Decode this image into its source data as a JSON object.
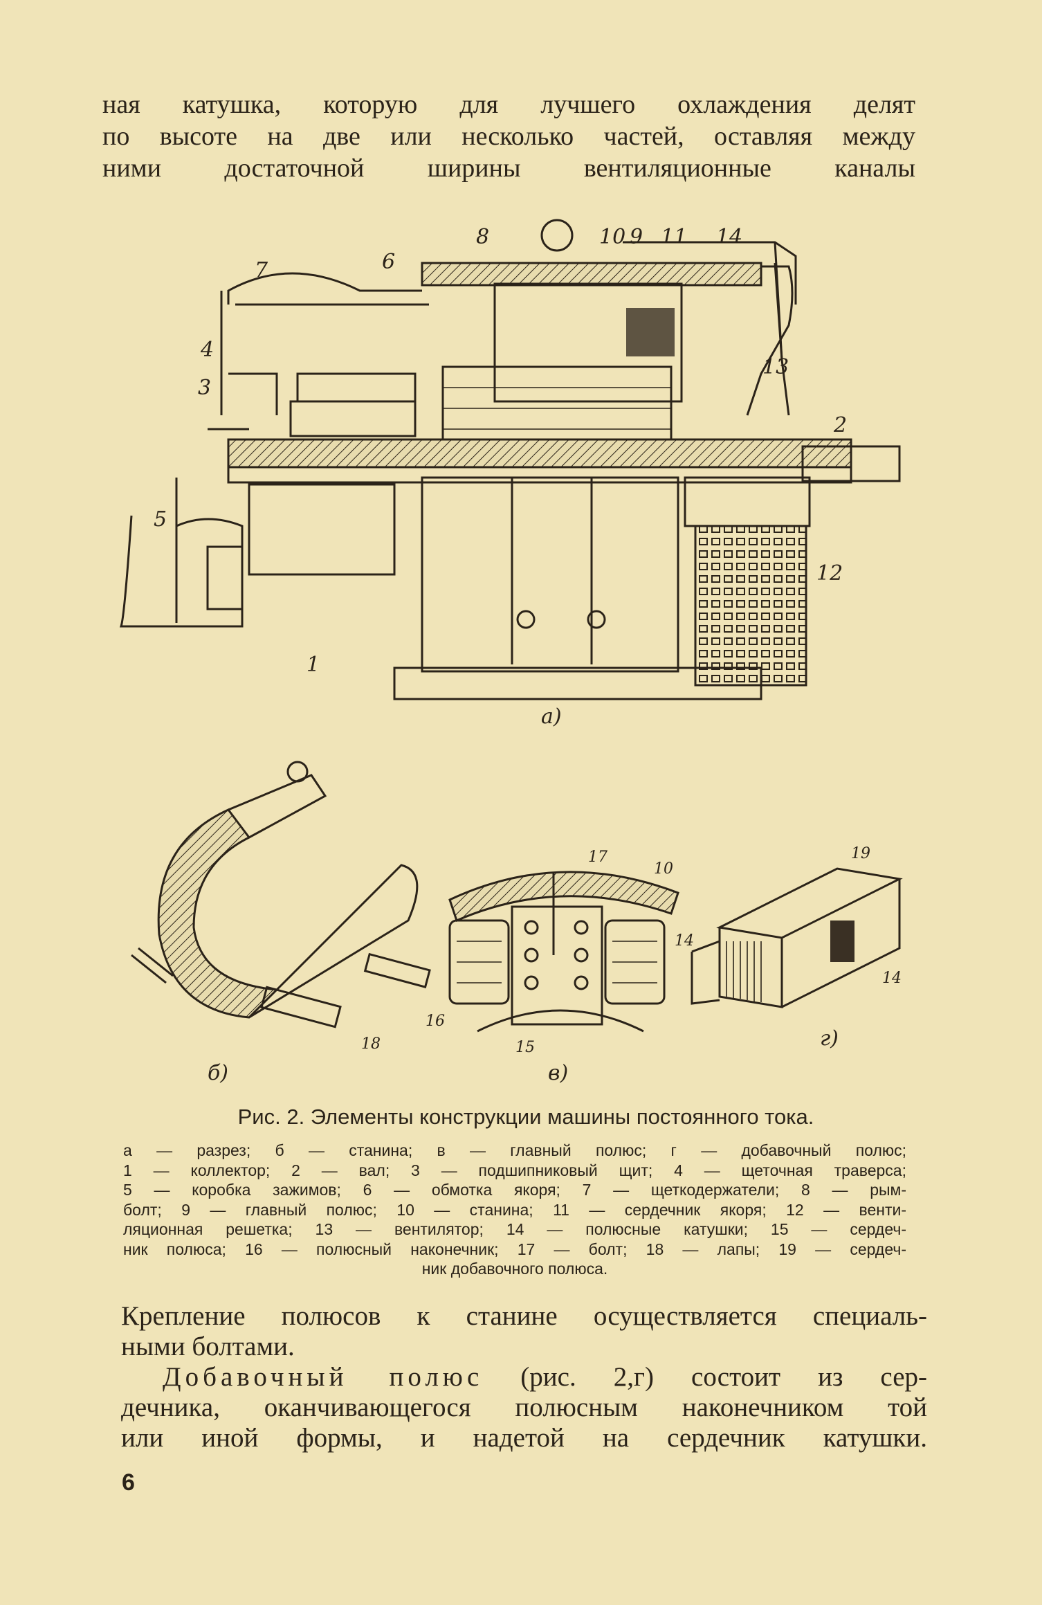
{
  "top_paragraph": [
    "ная катушка, которую для лучшего охлаждения делят",
    "по высоте на две или несколько частей, оставляя между",
    "ними достаточной ширины вентиляционные каналы"
  ],
  "figure": {
    "panel_labels": {
      "a": "а)",
      "b": "б)",
      "v": "в)",
      "g": "г)"
    },
    "a_numbers": [
      "8",
      "10",
      "9",
      "11",
      "14",
      "7",
      "6",
      "4",
      "3",
      "13",
      "2",
      "5",
      "12",
      "1"
    ],
    "b_numbers": [
      "18"
    ],
    "v_numbers": [
      "17",
      "10",
      "14",
      "16",
      "15"
    ],
    "g_numbers": [
      "19",
      "14"
    ]
  },
  "caption": {
    "title": "Рис. 2. Элементы конструкции машины постоянного тока.",
    "legend_lines": [
      "а — разрез; б — станина; в — главный полюс; г — добавочный полюс;",
      "1 — коллектор; 2 — вал; 3 — подшипниковый щит; 4 — щеточная траверса;",
      "5 — коробка зажимов; 6 — обмотка якоря; 7 — щеткодержатели; 8 — рым-",
      "болт; 9 — главный полюс; 10 — станина; 11 — сердечник якоря; 12 — венти-",
      "ляционная решетка; 13 — вентилятор; 14 — полюсные катушки; 15 — сердеч-",
      "ник полюса; 16 — полюсный наконечник; 17 — болт; 18 — лапы; 19 — сердеч-",
      "ник добавочного полюса."
    ]
  },
  "bottom_paragraph": {
    "line1": "Крепление полюсов к станине осуществляется специаль-",
    "line2": "ными болтами.",
    "line3_spaced": "Добавочный полюс",
    "line3_rest": " (рис. 2,г) состоит из сер-",
    "line4": "дечника, оканчивающегося полюсным наконечником той",
    "line5": "или иной формы, и надетой на сердечник катушки."
  },
  "page_number": "6"
}
